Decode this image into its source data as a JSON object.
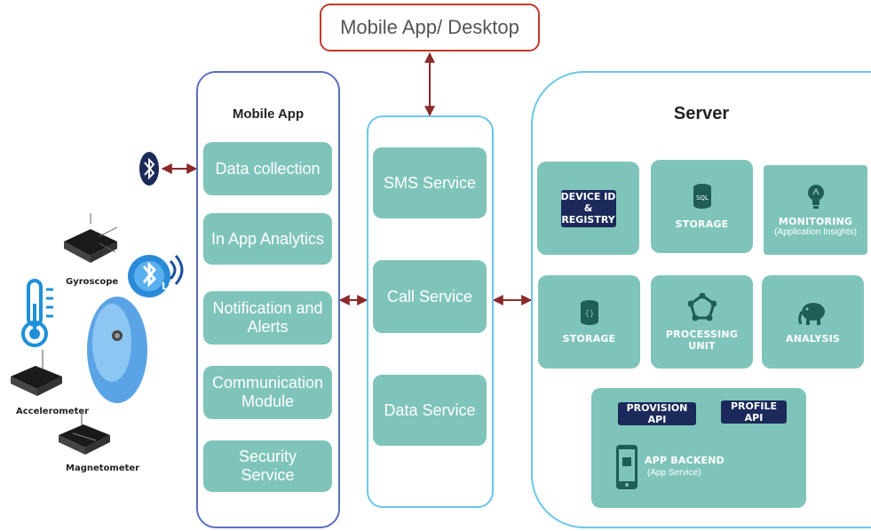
{
  "top": {
    "title": "Mobile App/ Desktop"
  },
  "mobile_app": {
    "title": "Mobile App",
    "items": [
      "Data collection",
      "In App Analytics",
      "Notification and Alerts",
      "Communication Module",
      "Security Service"
    ]
  },
  "services": {
    "items": [
      "SMS Service",
      "Call Service",
      "Data Service"
    ]
  },
  "server": {
    "title": "Server",
    "device_registry": "DEVICE ID & REGISTRY",
    "storage_sql": "STORAGE",
    "storage_sql_icon_text": "SQL",
    "monitoring": "MONITORING",
    "monitoring_sub": "(Application Insights)",
    "storage_blob": "STORAGE",
    "processing_unit": "PROCESSING UNIT",
    "analysis": "ANALYSIS",
    "provision_api": "PROVISION API",
    "profile_api": "PROFILE API",
    "app_backend": "APP BACKEND",
    "app_backend_sub": "(App Service)"
  },
  "sensors": {
    "gyroscope": "Gyroscope",
    "accelerometer": "Accelerometer",
    "magnetometer": "Magnetometer",
    "ble_label": "LE"
  },
  "colors": {
    "teal": "#7fc4ba",
    "navy": "#1b2a5a",
    "arrow": "#8b2a2a",
    "red_border": "#c0392b",
    "blue_border": "#5a6fc0",
    "cyan_border": "#6cc6e8"
  }
}
